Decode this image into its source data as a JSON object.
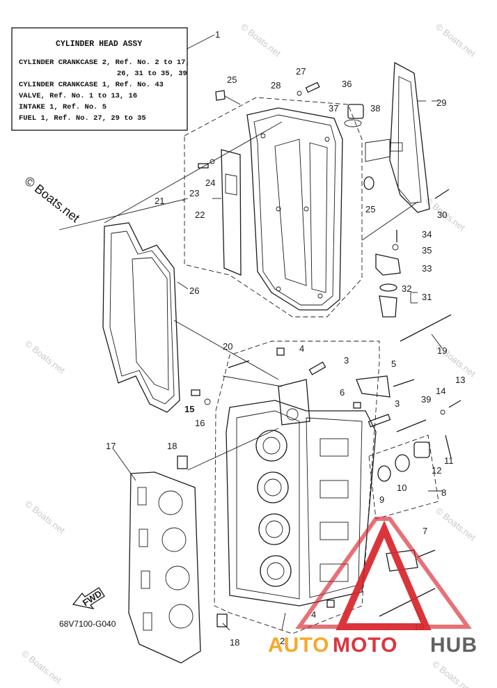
{
  "note_box": {
    "title": "CYLINDER HEAD ASSY",
    "lines": [
      "CYLINDER CRANKCASE 2,   Ref. No. 2 to 17,",
      "26, 31 to 35, 39",
      "CYLINDER CRANKCASE 1,   Ref. No. 43",
      "VALVE,  Ref. No. 1 to 13, 16",
      "INTAKE 1,   Ref. No. 5",
      "FUEL 1,  Ref. No. 27, 29 to 35"
    ]
  },
  "diagram_code": "68V7100-G040",
  "fwd_label": "FWD",
  "watermark_main": "© Boats.net",
  "watermark_small": "© Boats.net",
  "brand": {
    "part1": "AUTO",
    "part2": "MOTO",
    "part3": "HUB",
    "colors": {
      "auto": "#f6a11a",
      "moto": "#d9242c",
      "hub": "#555555",
      "triangle": "#d9242c"
    }
  },
  "refs": [
    "1",
    "2",
    "3",
    "3",
    "4",
    "4",
    "5",
    "6",
    "7",
    "8",
    "9",
    "10",
    "11",
    "12",
    "13",
    "14",
    "15",
    "16",
    "17",
    "18",
    "18",
    "19",
    "19",
    "20",
    "21",
    "22",
    "23",
    "24",
    "25",
    "25",
    "26",
    "27",
    "28",
    "29",
    "30",
    "31",
    "32",
    "33",
    "34",
    "35",
    "36",
    "37",
    "38",
    "39"
  ]
}
